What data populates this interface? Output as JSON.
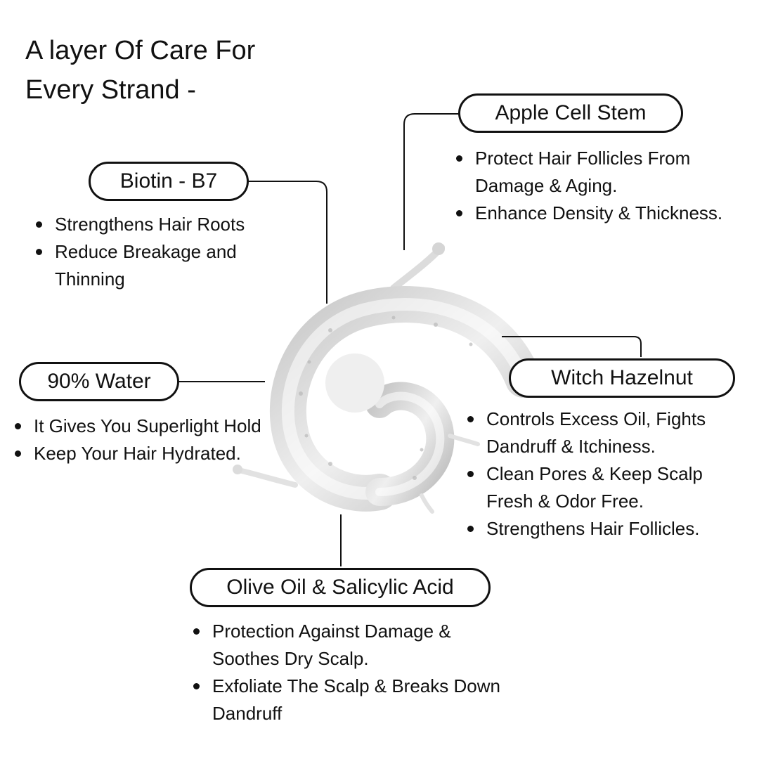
{
  "title": {
    "line1": "A layer Of Care For",
    "line2": "Every Strand -"
  },
  "ingredients": {
    "apple": {
      "label": "Apple Cell Stem",
      "points": [
        "Protect Hair Follicles From Damage & Aging.",
        "Enhance Density & Thickness."
      ]
    },
    "biotin": {
      "label": "Biotin - B7",
      "points": [
        "Strengthens Hair Roots",
        "Reduce Breakage and Thinning"
      ]
    },
    "water": {
      "label": "90% Water",
      "points": [
        "It Gives You Superlight Hold",
        "Keep Your Hair Hydrated."
      ]
    },
    "witch": {
      "label": "Witch Hazelnut",
      "points": [
        "Controls Excess Oil, Fights Dandruff & Itchiness.",
        " Clean Pores & Keep Scalp Fresh & Odor Free.",
        "Strengthens Hair Follicles."
      ]
    },
    "olive": {
      "label": "Olive Oil & Salicylic Acid",
      "points": [
        "Protection Against Damage & Soothes Dry Scalp.",
        "Exfoliate The Scalp & Breaks Down Dandruff"
      ]
    }
  },
  "colors": {
    "ink": "#111111",
    "background": "#ffffff",
    "gel": "#d9d9d9"
  },
  "image": {
    "subject": "clear hair gel swirl"
  }
}
